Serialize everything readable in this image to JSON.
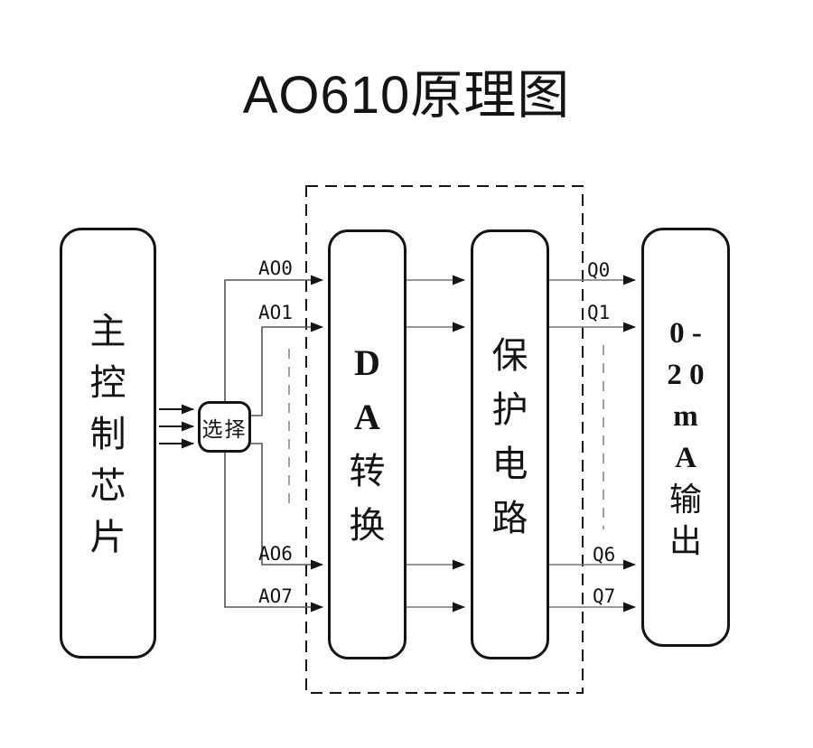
{
  "title": "AO610原理图",
  "blocks": {
    "main_chip": {
      "label": "主控制芯片",
      "chars": [
        "主",
        "控",
        "制",
        "芯",
        "片"
      ]
    },
    "selector": {
      "label": "选择"
    },
    "da_converter": {
      "label": "DA转换",
      "lines": [
        "D",
        "A",
        "转",
        "换"
      ]
    },
    "protection": {
      "label": "保护电路",
      "lines": [
        "保",
        "护",
        "电",
        "路"
      ]
    },
    "output": {
      "label": "0-20mA输出",
      "lines": [
        "0 -",
        "2 0",
        "m",
        "A",
        "输",
        "出"
      ]
    }
  },
  "signals": {
    "inputs": [
      "AO0",
      "AO1",
      "AO6",
      "AO7"
    ],
    "outputs": [
      "Q0",
      "Q1",
      "Q6",
      "Q7"
    ]
  },
  "colors": {
    "ink": "#141414",
    "line_gray": "#777777",
    "elbow": "#444444"
  }
}
